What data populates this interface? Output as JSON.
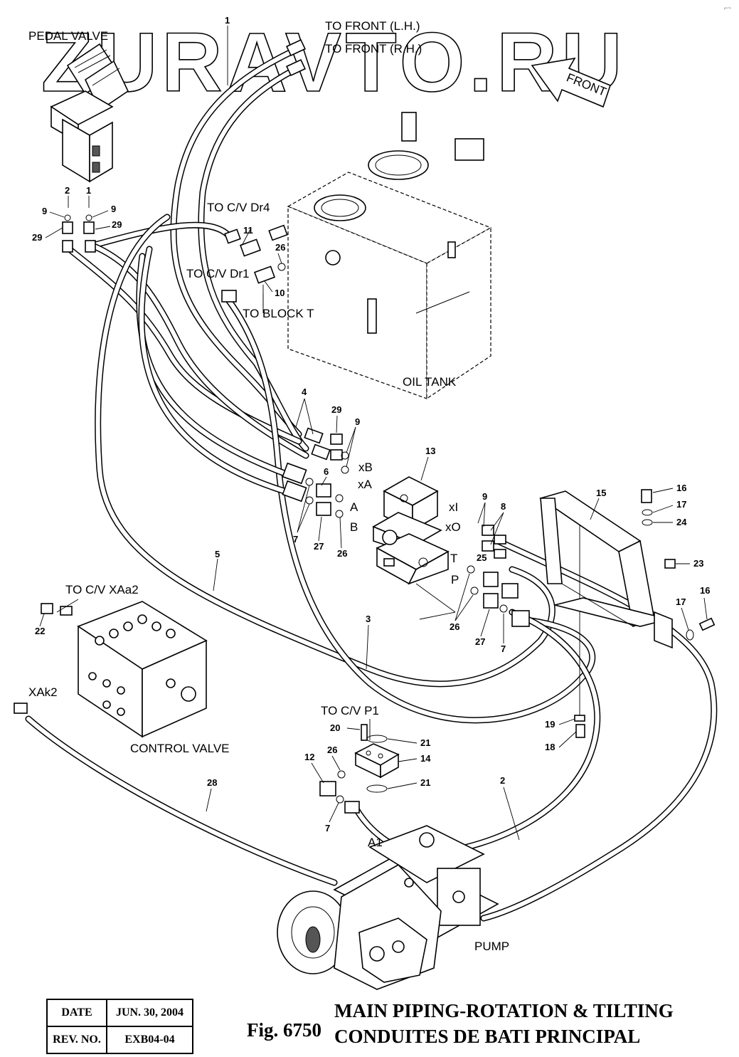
{
  "watermark": "ZURAVTO.RU",
  "front_label": "FRONT",
  "component_labels": {
    "pedal_valve": "PEDAL VALVE",
    "oil_tank": "OIL TANK",
    "control_valve": "CONTROL VALVE",
    "pump": "PUMP"
  },
  "connection_labels": {
    "to_front_lh": "TO FRONT (L.H.)",
    "to_front_rh": "TO FRONT (R.H.)",
    "to_cv_dr4": "TO C/V Dr4",
    "to_cv_dr1": "TO C/V Dr1",
    "to_block_t": "TO BLOCK T",
    "to_cv_xaa2": "TO C/V XAa2",
    "to_cv_p1": "TO C/V P1",
    "xak2": "XAk2"
  },
  "port_labels": {
    "xB": "xB",
    "xA": "xA",
    "A": "A",
    "B": "B",
    "xI": "xI",
    "xO": "xO",
    "T": "T",
    "P": "P",
    "A1": "A1"
  },
  "part_numbers": {
    "n1_top": "1",
    "n2_pedal": "2",
    "n1_pedal": "1",
    "n9_left": "9",
    "n9_right": "9",
    "n29_left": "29",
    "n29_right": "29",
    "n11": "11",
    "n26_top": "26",
    "n10": "10",
    "n4": "4",
    "n29_mid": "29",
    "n9_mid": "9",
    "n6": "6",
    "n7_mid": "7",
    "n27_mid": "27",
    "n26_mid": "26",
    "n13": "13",
    "n9_r": "9",
    "n8": "8",
    "n25": "25",
    "n26_r": "26",
    "n27_r": "27",
    "n7_r": "7",
    "n15": "15",
    "n16_top": "16",
    "n17_top": "17",
    "n24": "24",
    "n23": "23",
    "n17_r": "17",
    "n16_r": "16",
    "n5": "5",
    "n3": "3",
    "n22": "22",
    "n19": "19",
    "n18": "18",
    "n20": "20",
    "n21_top": "21",
    "n14": "14",
    "n12": "12",
    "n26_b": "26",
    "n21_b": "21",
    "n7_b": "7",
    "n28": "28",
    "n2_pump": "2"
  },
  "title_block": {
    "date_label": "DATE",
    "date_value": "JUN. 30, 2004",
    "rev_label": "REV. NO.",
    "rev_value": "EXB04-04"
  },
  "figure_number": "Fig. 6750",
  "title_en": "MAIN PIPING-ROTATION & TILTING",
  "title_fr": "CONDUITES DE BATI PRINCIPAL"
}
